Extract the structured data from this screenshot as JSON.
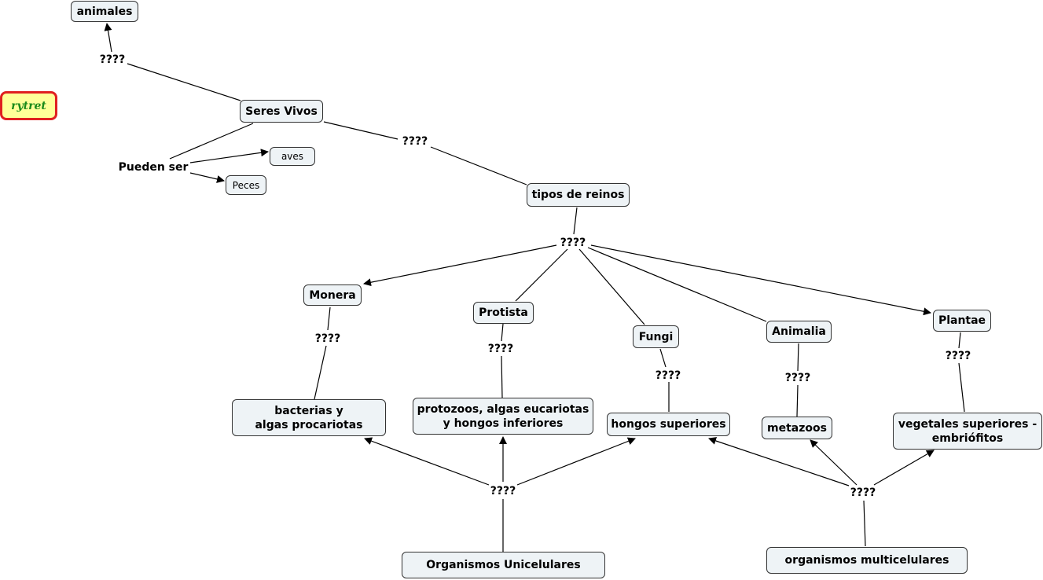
{
  "diagram": {
    "nodes": {
      "animales": "animales",
      "rytret": "rytret",
      "seres_vivos": "Seres Vivos",
      "aves": "aves",
      "peces": "Peces",
      "tipos_de_reinos": "tipos de reinos",
      "monera": "Monera",
      "protista": "Protista",
      "fungi": "Fungi",
      "animalia": "Animalia",
      "plantae": "Plantae",
      "bacterias": "bacterias y\nalgas procariotas",
      "protozoos": "protozoos, algas eucariotas\ny hongos inferiores",
      "hongos_superiores": "hongos superiores",
      "metazoos": "metazoos",
      "vegetales": "vegetales superiores -\nembriófitos",
      "unicelulares": "Organismos Unicelulares",
      "multicelulares": "organismos multicelulares"
    },
    "linking_phrases": {
      "p1": "????",
      "pueden_ser": "Pueden ser",
      "p2": "????",
      "p3": "????",
      "p4": "????",
      "p5": "????",
      "p6": "????",
      "p7": "????",
      "p8": "????",
      "p9": "????",
      "p10": "????"
    },
    "colors": {
      "node_fill": "#eef3f6",
      "node_border": "#333333",
      "highlight_fill": "#ffff99",
      "highlight_border": "#e02020",
      "highlight_text": "#1a8a1a"
    }
  }
}
